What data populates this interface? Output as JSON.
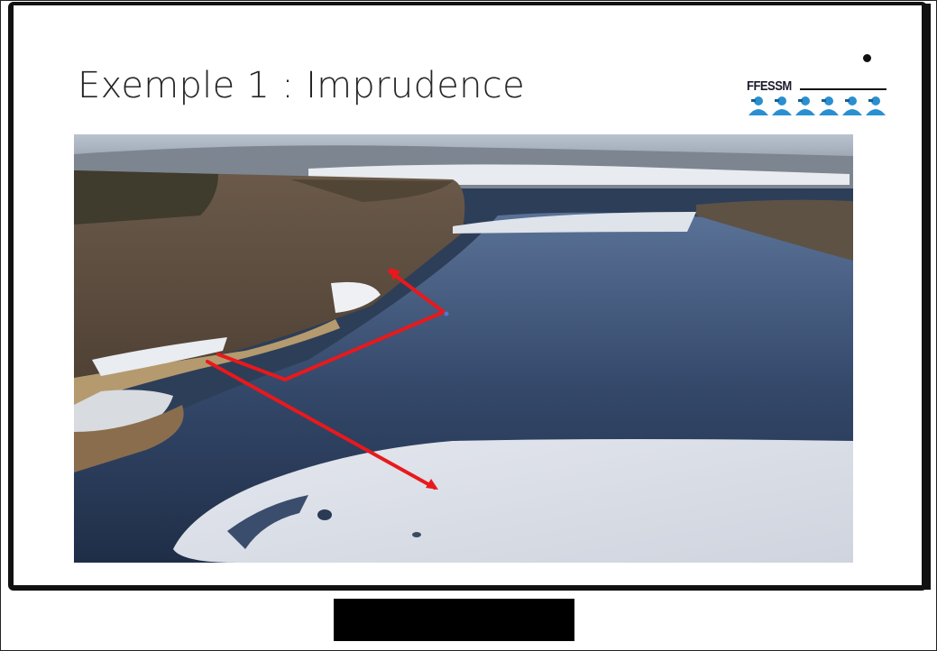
{
  "slide": {
    "title": "Exemple 1 : Imprudence"
  },
  "logo": {
    "text": "FFESSM",
    "icon": "ffessm-divers-logo"
  },
  "photo": {
    "icon": "frozen-lake-aerial-photo",
    "arrow_color": "#e8191c"
  },
  "colors": {
    "frame": "#111111",
    "title": "#262626",
    "logo_blue": "#2a8fd0"
  }
}
